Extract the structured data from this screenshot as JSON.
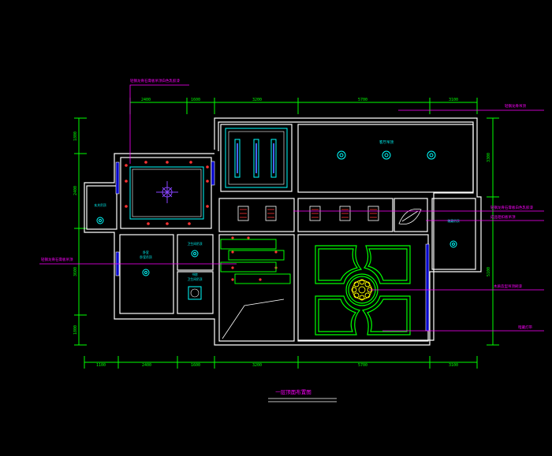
{
  "drawing": {
    "title": "一层顶面布置图",
    "colors": {
      "background": "#000000",
      "wall": "#ffffff",
      "dimension": "#00ff00",
      "annotation": "#ff00ff",
      "fixture": "#00ffff",
      "accent": "#ff3333"
    }
  },
  "dimensions": {
    "top": [
      "2400",
      "1600",
      "3200",
      "5700",
      "3100"
    ],
    "bottom": [
      "1100",
      "2400",
      "1600",
      "3200",
      "5700",
      "3100"
    ],
    "left": [
      "1800",
      "2400",
      "3600",
      "1800"
    ],
    "right": [
      "3300",
      "5100"
    ]
  },
  "annotations": {
    "top_left": "轻钢龙骨石膏板吊顶白色乳胶漆",
    "top_right": "轻钢龙骨吊顶",
    "right_1": "轻钢龙骨石膏板白色乳胶漆",
    "right_2": "成品铝扣板吊顶",
    "left_1": "轻钢龙骨石膏板吊顶",
    "right_3": "木质造型吊顶刷漆",
    "right_4": "暗藏灯带"
  },
  "rooms": {
    "living": "客厅吊顶",
    "entry": "玄关吊顶",
    "bedroom": "卧室吊顶",
    "bath1": "卫生间吊顶",
    "bath2": "卫生间吊顶",
    "store": "储藏吊顶",
    "small1": "卧室",
    "small2": "书房"
  }
}
